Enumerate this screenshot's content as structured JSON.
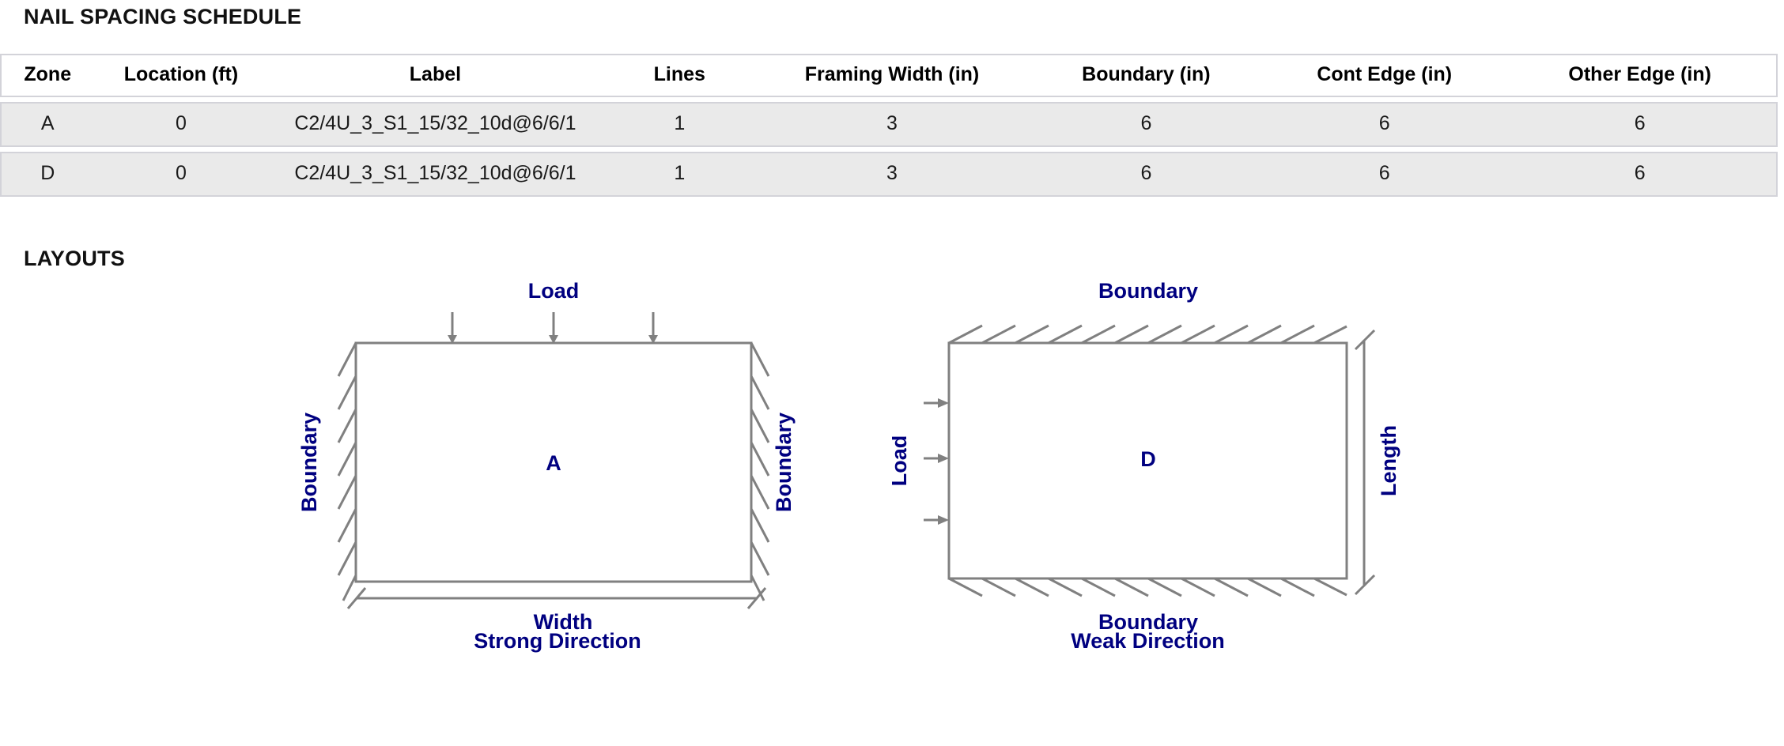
{
  "sections": {
    "schedule_title": "NAIL SPACING SCHEDULE",
    "layouts_title": "LAYOUTS"
  },
  "table": {
    "columns": [
      "Zone",
      "Location (ft)",
      "Label",
      "Lines",
      "Framing Width (in)",
      "Boundary (in)",
      "Cont Edge (in)",
      "Other Edge (in)"
    ],
    "rows": [
      {
        "zone": "A",
        "location": "0",
        "label": "C2/4U_3_S1_15/32_10d@6/6/1",
        "lines": "1",
        "framing_width": "3",
        "boundary": "6",
        "cont_edge": "6",
        "other_edge": "6"
      },
      {
        "zone": "D",
        "location": "0",
        "label": "C2/4U_3_S1_15/32_10d@6/6/1",
        "lines": "1",
        "framing_width": "3",
        "boundary": "6",
        "cont_edge": "6",
        "other_edge": "6"
      }
    ]
  },
  "diagrams": {
    "strong": {
      "zone_label": "A",
      "caption": "Strong Direction",
      "load_label": "Load",
      "left_boundary_label": "Boundary",
      "right_boundary_label": "Boundary",
      "dimension_label": "Width"
    },
    "weak": {
      "zone_label": "D",
      "caption": "Weak Direction",
      "load_label": "Load",
      "top_boundary_label": "Boundary",
      "bottom_boundary_label": "Boundary",
      "dimension_label": "Length"
    }
  },
  "colors": {
    "annotation_navy": "#000080",
    "line_gray": "#808080",
    "row_fill": "#eaeaea",
    "border_gray": "#d3d3d9"
  }
}
